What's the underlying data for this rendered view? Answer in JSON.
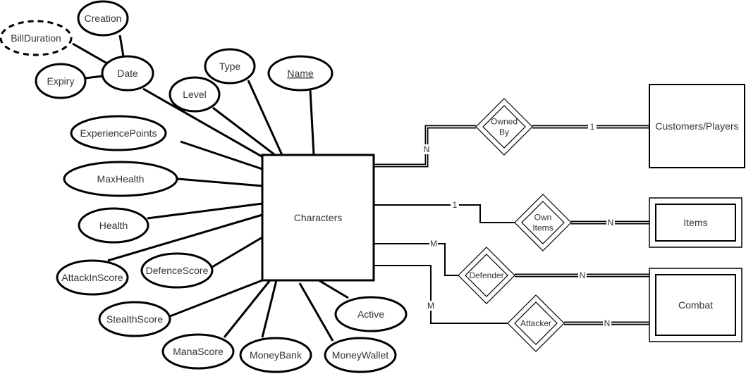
{
  "diagram": {
    "type": "er-diagram",
    "entities": [
      {
        "id": "characters",
        "label": "Characters",
        "kind": "strong"
      },
      {
        "id": "customers",
        "label": "Customers/Players",
        "kind": "strong"
      },
      {
        "id": "items",
        "label": "Items",
        "kind": "weak"
      },
      {
        "id": "combat",
        "label": "Combat",
        "kind": "weak"
      }
    ],
    "relationships": [
      {
        "id": "owned_by",
        "label_lines": [
          "Owned",
          "By"
        ],
        "kind": "identifying"
      },
      {
        "id": "own_items",
        "label_lines": [
          "Own",
          "Items"
        ],
        "kind": "identifying"
      },
      {
        "id": "defender",
        "label_lines": [
          "Defender"
        ],
        "kind": "identifying"
      },
      {
        "id": "attacker",
        "label_lines": [
          "Attacker"
        ],
        "kind": "identifying"
      }
    ],
    "attributes": [
      {
        "id": "creation",
        "label": "Creation",
        "owner": "date",
        "kind": "simple"
      },
      {
        "id": "billduration",
        "label": "BillDuration",
        "owner": "date",
        "kind": "derived"
      },
      {
        "id": "expiry",
        "label": "Expiry",
        "owner": "date",
        "kind": "simple"
      },
      {
        "id": "date",
        "label": "Date",
        "owner": "characters",
        "kind": "composite"
      },
      {
        "id": "type",
        "label": "Type",
        "owner": "characters",
        "kind": "simple"
      },
      {
        "id": "name",
        "label": "Name",
        "owner": "characters",
        "kind": "key"
      },
      {
        "id": "level",
        "label": "Level",
        "owner": "characters",
        "kind": "simple"
      },
      {
        "id": "experiencepoints",
        "label": "ExperiencePoints",
        "owner": "characters",
        "kind": "simple"
      },
      {
        "id": "maxhealth",
        "label": "MaxHealth",
        "owner": "characters",
        "kind": "simple"
      },
      {
        "id": "health",
        "label": "Health",
        "owner": "characters",
        "kind": "simple"
      },
      {
        "id": "attackinscore",
        "label": "AttackInScore",
        "owner": "characters",
        "kind": "simple"
      },
      {
        "id": "defencescore",
        "label": "DefenceScore",
        "owner": "characters",
        "kind": "simple"
      },
      {
        "id": "stealthscore",
        "label": "StealthScore",
        "owner": "characters",
        "kind": "simple"
      },
      {
        "id": "manascore",
        "label": "ManaScore",
        "owner": "characters",
        "kind": "simple"
      },
      {
        "id": "moneybank",
        "label": "MoneyBank",
        "owner": "characters",
        "kind": "simple"
      },
      {
        "id": "moneywallet",
        "label": "MoneyWallet",
        "owner": "characters",
        "kind": "simple"
      },
      {
        "id": "active",
        "label": "Active",
        "owner": "characters",
        "kind": "simple"
      }
    ],
    "connections": [
      {
        "from": "characters",
        "to": "owned_by",
        "cardinality": "N",
        "participation": "total"
      },
      {
        "from": "owned_by",
        "to": "customers",
        "cardinality": "1",
        "participation": "total"
      },
      {
        "from": "characters",
        "to": "own_items",
        "cardinality": "1",
        "participation": "partial"
      },
      {
        "from": "own_items",
        "to": "items",
        "cardinality": "N",
        "participation": "total"
      },
      {
        "from": "characters",
        "to": "defender",
        "cardinality": "M",
        "participation": "partial"
      },
      {
        "from": "defender",
        "to": "combat",
        "cardinality": "N",
        "participation": "total"
      },
      {
        "from": "characters",
        "to": "attacker",
        "cardinality": "M",
        "participation": "partial"
      },
      {
        "from": "attacker",
        "to": "combat",
        "cardinality": "N",
        "participation": "total"
      }
    ]
  }
}
